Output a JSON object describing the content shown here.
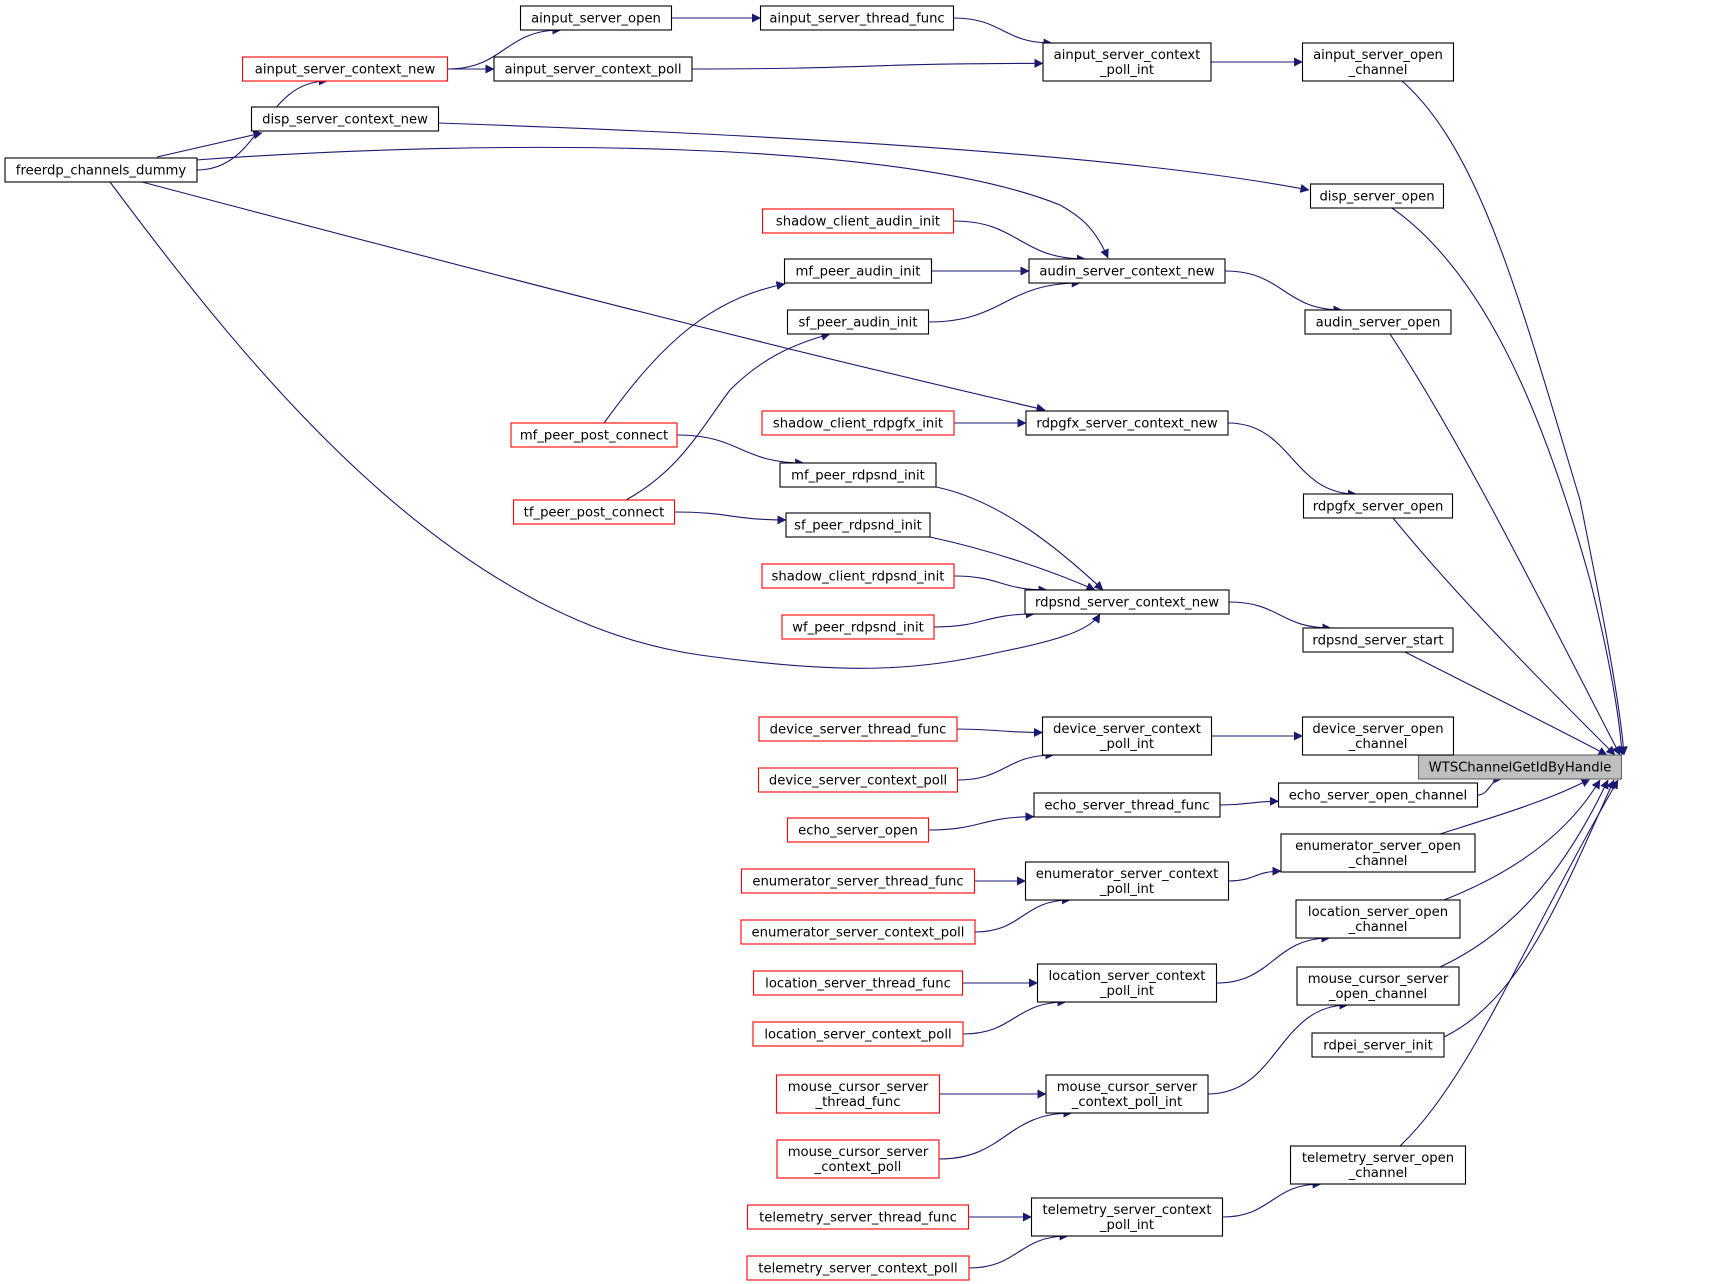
{
  "colors": {
    "edge": "#191970",
    "node_border": "#000000",
    "node_border_truncated": "#ff0000",
    "node_fill": "#ffffff",
    "root_fill": "#bfbfbf",
    "root_border": "#666666"
  },
  "nodes": {
    "root": {
      "lines": [
        "WTSChannelGetIdByHandle"
      ],
      "style": "root"
    },
    "ainput_open_ch": {
      "lines": [
        "ainput_server_open",
        "_channel"
      ],
      "style": "normal"
    },
    "ainput_poll_int": {
      "lines": [
        "ainput_server_context",
        "_poll_int"
      ],
      "style": "normal"
    },
    "ainput_open": {
      "lines": [
        "ainput_server_open"
      ],
      "style": "normal"
    },
    "ainput_thread": {
      "lines": [
        "ainput_server_thread_func"
      ],
      "style": "normal"
    },
    "ainput_poll": {
      "lines": [
        "ainput_server_context_poll"
      ],
      "style": "normal"
    },
    "ainput_ctx_new": {
      "lines": [
        "ainput_server_context_new"
      ],
      "style": "truncated"
    },
    "freerdp_dummy": {
      "lines": [
        "freerdp_channels_dummy"
      ],
      "style": "normal"
    },
    "disp_ctx_new": {
      "lines": [
        "disp_server_context_new"
      ],
      "style": "normal"
    },
    "disp_open": {
      "lines": [
        "disp_server_open"
      ],
      "style": "normal"
    },
    "shadow_audin": {
      "lines": [
        "shadow_client_audin_init"
      ],
      "style": "truncated"
    },
    "mf_audin": {
      "lines": [
        "mf_peer_audin_init"
      ],
      "style": "normal"
    },
    "sf_audin": {
      "lines": [
        "sf_peer_audin_init"
      ],
      "style": "normal"
    },
    "audin_ctx_new": {
      "lines": [
        "audin_server_context_new"
      ],
      "style": "normal"
    },
    "audin_open": {
      "lines": [
        "audin_server_open"
      ],
      "style": "normal"
    },
    "mf_post": {
      "lines": [
        "mf_peer_post_connect"
      ],
      "style": "truncated"
    },
    "tf_post": {
      "lines": [
        "tf_peer_post_connect"
      ],
      "style": "truncated"
    },
    "shadow_rdpgfx": {
      "lines": [
        "shadow_client_rdpgfx_init"
      ],
      "style": "truncated"
    },
    "rdpgfx_ctx_new": {
      "lines": [
        "rdpgfx_server_context_new"
      ],
      "style": "normal"
    },
    "rdpgfx_open": {
      "lines": [
        "rdpgfx_server_open"
      ],
      "style": "normal"
    },
    "mf_rdpsnd": {
      "lines": [
        "mf_peer_rdpsnd_init"
      ],
      "style": "normal"
    },
    "sf_rdpsnd": {
      "lines": [
        "sf_peer_rdpsnd_init"
      ],
      "style": "normal"
    },
    "shadow_rdpsnd": {
      "lines": [
        "shadow_client_rdpsnd_init"
      ],
      "style": "truncated"
    },
    "wf_rdpsnd": {
      "lines": [
        "wf_peer_rdpsnd_init"
      ],
      "style": "truncated"
    },
    "rdpsnd_ctx_new": {
      "lines": [
        "rdpsnd_server_context_new"
      ],
      "style": "normal"
    },
    "rdpsnd_start": {
      "lines": [
        "rdpsnd_server_start"
      ],
      "style": "normal"
    },
    "device_thread": {
      "lines": [
        "device_server_thread_func"
      ],
      "style": "truncated"
    },
    "device_poll": {
      "lines": [
        "device_server_context_poll"
      ],
      "style": "truncated"
    },
    "device_poll_int": {
      "lines": [
        "device_server_context",
        "_poll_int"
      ],
      "style": "normal"
    },
    "device_open_ch": {
      "lines": [
        "device_server_open",
        "_channel"
      ],
      "style": "normal"
    },
    "echo_open": {
      "lines": [
        "echo_server_open"
      ],
      "style": "truncated"
    },
    "echo_thread": {
      "lines": [
        "echo_server_thread_func"
      ],
      "style": "normal"
    },
    "echo_open_ch": {
      "lines": [
        "echo_server_open_channel"
      ],
      "style": "normal"
    },
    "enum_thread": {
      "lines": [
        "enumerator_server_thread_func"
      ],
      "style": "truncated"
    },
    "enum_poll": {
      "lines": [
        "enumerator_server_context_poll"
      ],
      "style": "truncated"
    },
    "enum_poll_int": {
      "lines": [
        "enumerator_server_context",
        "_poll_int"
      ],
      "style": "normal"
    },
    "enum_open_ch": {
      "lines": [
        "enumerator_server_open",
        "_channel"
      ],
      "style": "normal"
    },
    "loc_open_ch": {
      "lines": [
        "location_server_open",
        "_channel"
      ],
      "style": "normal"
    },
    "loc_thread": {
      "lines": [
        "location_server_thread_func"
      ],
      "style": "truncated"
    },
    "loc_poll": {
      "lines": [
        "location_server_context_poll"
      ],
      "style": "truncated"
    },
    "loc_poll_int": {
      "lines": [
        "location_server_context",
        "_poll_int"
      ],
      "style": "normal"
    },
    "mouse_open_ch": {
      "lines": [
        "mouse_cursor_server",
        "_open_channel"
      ],
      "style": "normal"
    },
    "rdpei_init": {
      "lines": [
        "rdpei_server_init"
      ],
      "style": "normal"
    },
    "mouse_thread": {
      "lines": [
        "mouse_cursor_server",
        "_thread_func"
      ],
      "style": "truncated"
    },
    "mouse_poll": {
      "lines": [
        "mouse_cursor_server",
        "_context_poll"
      ],
      "style": "truncated"
    },
    "mouse_poll_int": {
      "lines": [
        "mouse_cursor_server",
        "_context_poll_int"
      ],
      "style": "normal"
    },
    "tele_open_ch": {
      "lines": [
        "telemetry_server_open",
        "_channel"
      ],
      "style": "normal"
    },
    "tele_thread": {
      "lines": [
        "telemetry_server_thread_func"
      ],
      "style": "truncated"
    },
    "tele_poll": {
      "lines": [
        "telemetry_server_context_poll"
      ],
      "style": "truncated"
    },
    "tele_poll_int": {
      "lines": [
        "telemetry_server_context",
        "_poll_int"
      ],
      "style": "normal"
    }
  },
  "edges": [
    [
      "ainput_open_ch",
      "root"
    ],
    [
      "disp_open",
      "root"
    ],
    [
      "audin_open",
      "root"
    ],
    [
      "rdpgfx_open",
      "root"
    ],
    [
      "rdpsnd_start",
      "root"
    ],
    [
      "device_open_ch",
      "root"
    ],
    [
      "echo_open_ch",
      "root"
    ],
    [
      "enum_open_ch",
      "root"
    ],
    [
      "loc_open_ch",
      "root"
    ],
    [
      "mouse_open_ch",
      "root"
    ],
    [
      "rdpei_init",
      "root"
    ],
    [
      "tele_open_ch",
      "root"
    ],
    [
      "ainput_poll_int",
      "ainput_open_ch"
    ],
    [
      "ainput_thread",
      "ainput_poll_int"
    ],
    [
      "ainput_poll",
      "ainput_poll_int"
    ],
    [
      "ainput_open",
      "ainput_thread"
    ],
    [
      "ainput_ctx_new",
      "ainput_open"
    ],
    [
      "ainput_ctx_new",
      "ainput_poll"
    ],
    [
      "freerdp_dummy",
      "ainput_ctx_new"
    ],
    [
      "freerdp_dummy",
      "disp_ctx_new"
    ],
    [
      "disp_ctx_new",
      "disp_open"
    ],
    [
      "audin_ctx_new",
      "audin_open"
    ],
    [
      "shadow_audin",
      "audin_ctx_new"
    ],
    [
      "mf_audin",
      "audin_ctx_new"
    ],
    [
      "sf_audin",
      "audin_ctx_new"
    ],
    [
      "freerdp_dummy",
      "audin_ctx_new"
    ],
    [
      "mf_post",
      "mf_audin"
    ],
    [
      "tf_post",
      "sf_audin"
    ],
    [
      "rdpgfx_ctx_new",
      "rdpgfx_open"
    ],
    [
      "shadow_rdpgfx",
      "rdpgfx_ctx_new"
    ],
    [
      "freerdp_dummy",
      "rdpgfx_ctx_new"
    ],
    [
      "mf_post",
      "mf_rdpsnd"
    ],
    [
      "tf_post",
      "sf_rdpsnd"
    ],
    [
      "rdpsnd_ctx_new",
      "rdpsnd_start"
    ],
    [
      "mf_rdpsnd",
      "rdpsnd_ctx_new"
    ],
    [
      "sf_rdpsnd",
      "rdpsnd_ctx_new"
    ],
    [
      "shadow_rdpsnd",
      "rdpsnd_ctx_new"
    ],
    [
      "wf_rdpsnd",
      "rdpsnd_ctx_new"
    ],
    [
      "freerdp_dummy",
      "rdpsnd_ctx_new"
    ],
    [
      "device_poll_int",
      "device_open_ch"
    ],
    [
      "device_thread",
      "device_poll_int"
    ],
    [
      "device_poll",
      "device_poll_int"
    ],
    [
      "echo_thread",
      "echo_open_ch"
    ],
    [
      "echo_open",
      "echo_thread"
    ],
    [
      "enum_poll_int",
      "enum_open_ch"
    ],
    [
      "enum_thread",
      "enum_poll_int"
    ],
    [
      "enum_poll",
      "enum_poll_int"
    ],
    [
      "loc_poll_int",
      "loc_open_ch"
    ],
    [
      "loc_thread",
      "loc_poll_int"
    ],
    [
      "loc_poll",
      "loc_poll_int"
    ],
    [
      "mouse_poll_int",
      "mouse_open_ch"
    ],
    [
      "mouse_thread",
      "mouse_poll_int"
    ],
    [
      "mouse_poll",
      "mouse_poll_int"
    ],
    [
      "tele_poll_int",
      "tele_open_ch"
    ],
    [
      "tele_thread",
      "tele_poll_int"
    ],
    [
      "tele_poll",
      "tele_poll_int"
    ]
  ]
}
